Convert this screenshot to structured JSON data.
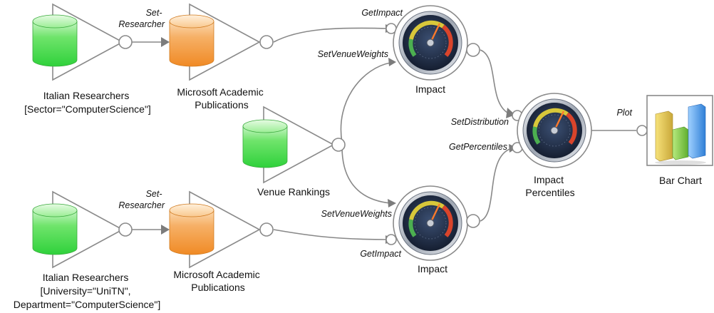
{
  "sources": [
    {
      "label_lines": [
        "Italian Researchers",
        "[Sector=\"ComputerScience\"]"
      ]
    },
    {
      "label_lines": [
        "Venue Rankings"
      ]
    },
    {
      "label_lines": [
        "Italian Researchers",
        "[University=\"UniTN\",",
        "Department=\"ComputerScience\"]"
      ]
    }
  ],
  "publications": [
    {
      "label_lines": [
        "Microsoft Academic",
        "Publications"
      ],
      "port_lines": [
        "Set-",
        "Researcher"
      ]
    },
    {
      "label_lines": [
        "Microsoft Academic",
        "Publications"
      ],
      "port_lines": [
        "Set-",
        "Researcher"
      ]
    }
  ],
  "gauges": [
    {
      "label_lines": [
        "Impact"
      ],
      "ports": [
        "GetImpact",
        "SetVenueWeights"
      ]
    },
    {
      "label_lines": [
        "Impact"
      ],
      "ports": [
        "SetVenueWeights",
        "GetImpact"
      ]
    },
    {
      "label_lines": [
        "Impact",
        "Percentiles"
      ],
      "ports": [
        "SetDistribution",
        "GetPercentiles"
      ]
    }
  ],
  "chart_node": {
    "label_lines": [
      "Bar Chart"
    ],
    "port": "Plot"
  },
  "colors": {
    "green_db": "#33d94a",
    "orange_db": "#f39a3c",
    "wire": "#888888",
    "gauge_dark": "#1d2b44"
  },
  "icons": [
    "database-icon",
    "gauge-icon",
    "bar-chart-icon"
  ]
}
